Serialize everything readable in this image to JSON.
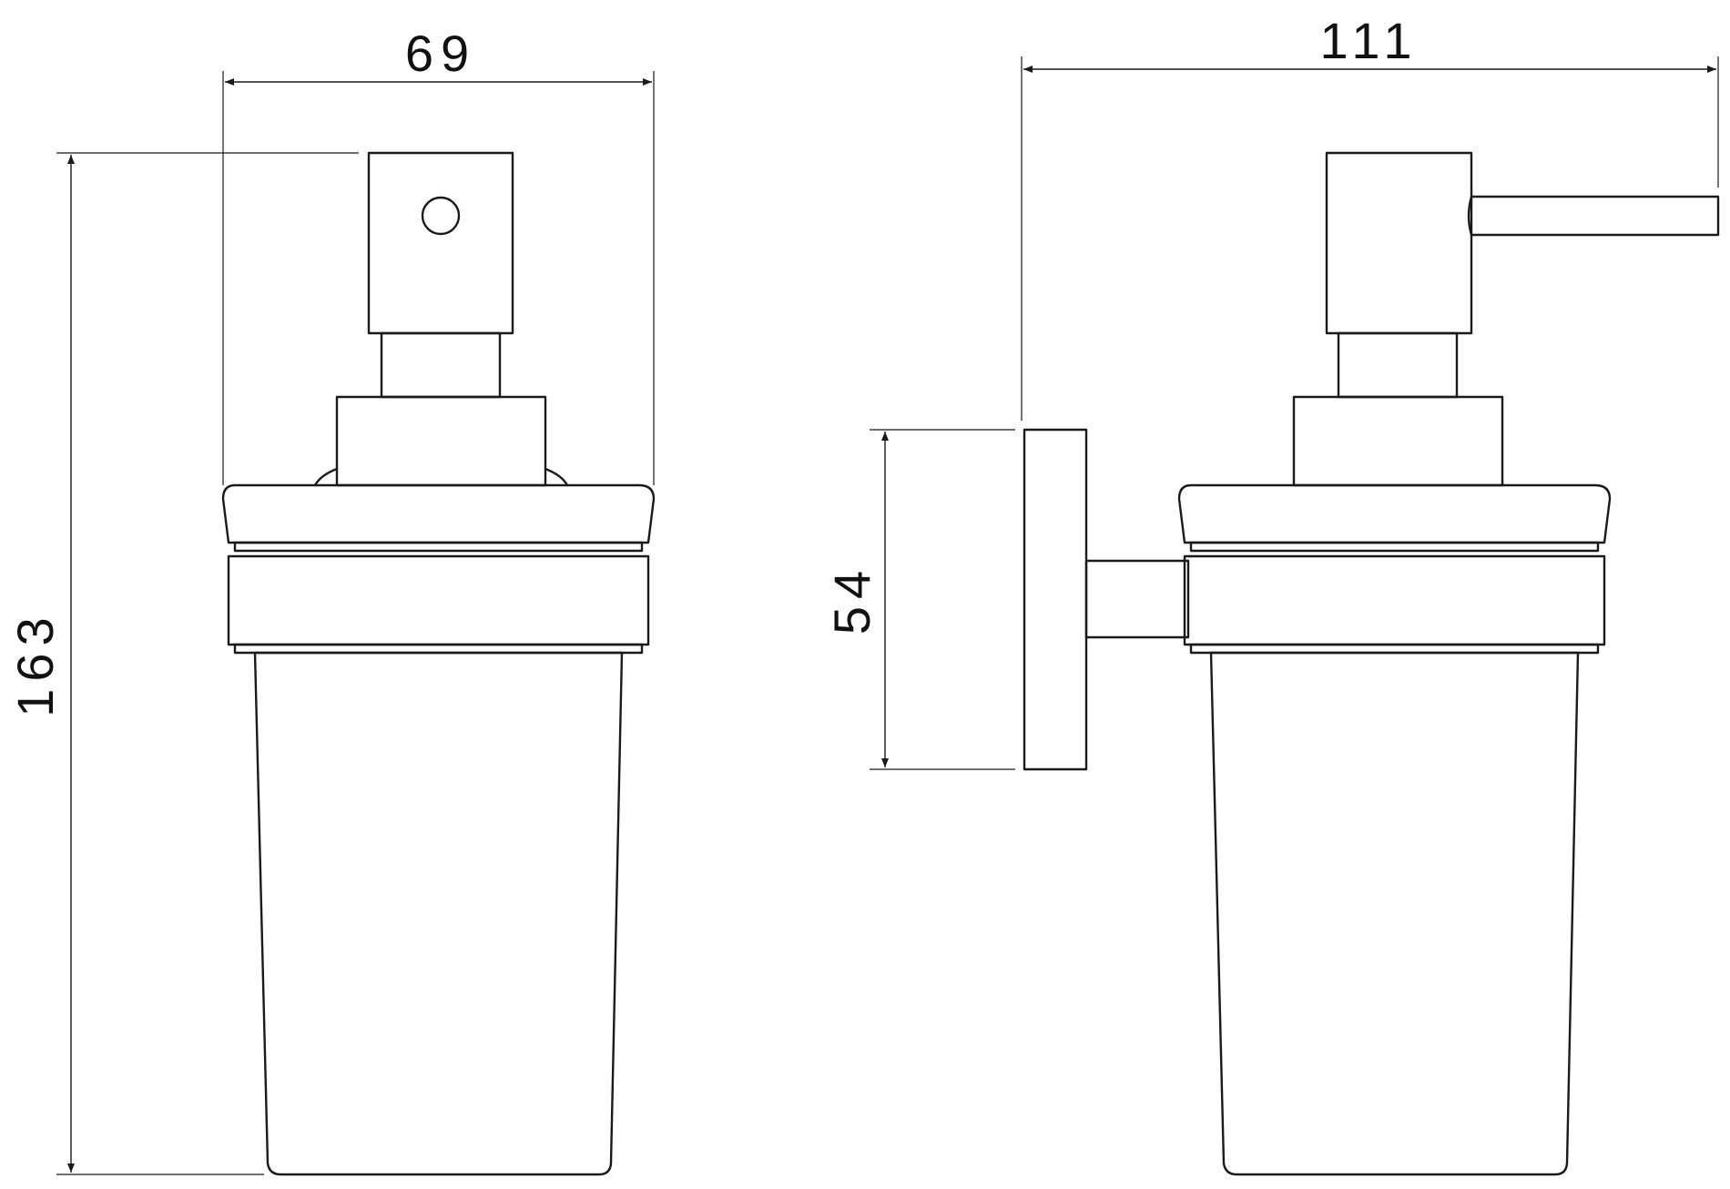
{
  "drawing": {
    "dimensions": {
      "width_front": "69",
      "height": "163",
      "depth": "111",
      "plate_height": "54"
    }
  }
}
